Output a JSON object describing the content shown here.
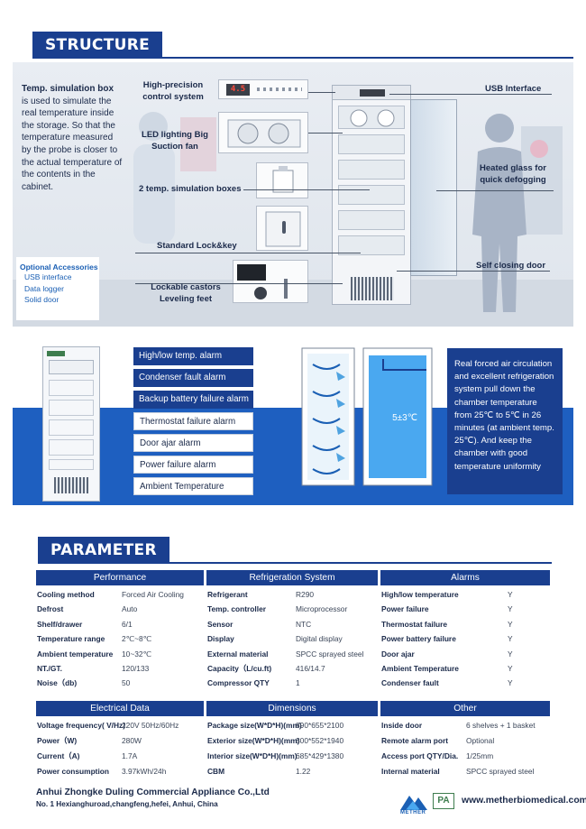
{
  "structure": {
    "title": "STRUCTURE",
    "temp_sim_heading": "Temp. simulation box",
    "temp_sim_body": "is used to simulate the real temperature inside the storage. So that the temperature measured by the probe is closer to the actual temperature of the contents in the cabinet.",
    "optional_title": "Optional Accessories",
    "optional_items": [
      "USB interface",
      "Data logger",
      "Solid door"
    ],
    "callouts": {
      "control": "High-precision control system",
      "fan": "LED lighting Big Suction fan",
      "boxes": "2 temp. simulation boxes",
      "lock": "Standard Lock&key",
      "castors": "Lockable castors Leveling feet",
      "usb": "USB Interface",
      "glass": "Heated glass for quick defogging",
      "door": "Self closing door"
    },
    "display_value": "4.5"
  },
  "alarms": {
    "items": [
      {
        "label": "High/low temp. alarm",
        "style": "dark"
      },
      {
        "label": "Condenser fault alarm",
        "style": "dark"
      },
      {
        "label": "Backup battery failure alarm",
        "style": "dark"
      },
      {
        "label": "Thermostat failure alarm",
        "style": "light"
      },
      {
        "label": "Door ajar alarm",
        "style": "light"
      },
      {
        "label": "Power failure alarm",
        "style": "light"
      },
      {
        "label": "Ambient Temperature",
        "style": "light"
      }
    ],
    "description": "Real forced air circulation and excellent refrigeration system pull down the chamber temperature from 25℃ to 5℃ in 26 minutes (at ambient temp. 25℃). And keep the chamber with good temperature uniformity",
    "chamber_temp": "5±3℃"
  },
  "parameter": {
    "title": "PARAMETER",
    "performance": {
      "header": "Performance",
      "rows": [
        [
          "Cooling method",
          "Forced Air Cooling"
        ],
        [
          "Defrost",
          "Auto"
        ],
        [
          "Shelf/drawer",
          "6/1"
        ],
        [
          "Temperature range",
          "2℃~8℃"
        ],
        [
          "Ambient temperature",
          "10~32℃"
        ],
        [
          "NT./GT.",
          "120/133"
        ],
        [
          "Noise（db)",
          "50"
        ]
      ]
    },
    "refrigeration": {
      "header": "Refrigeration System",
      "rows": [
        [
          "Refrigerant",
          "R290"
        ],
        [
          "Temp. controller",
          "Microprocessor"
        ],
        [
          "Sensor",
          "NTC"
        ],
        [
          "Display",
          "Digital display"
        ],
        [
          "External material",
          "SPCC sprayed steel"
        ],
        [
          "Capacity（L/cu.ft)",
          "416/14.7"
        ],
        [
          "Compressor QTY",
          "1"
        ]
      ]
    },
    "alarms": {
      "header": "Alarms",
      "rows": [
        [
          "High/low temperature",
          "Y"
        ],
        [
          "Power failure",
          "Y"
        ],
        [
          "Thermostat failure",
          "Y"
        ],
        [
          "Power battery failure",
          "Y"
        ],
        [
          "Door ajar",
          "Y"
        ],
        [
          "Ambient Temperature",
          "Y"
        ],
        [
          "Condenser fault",
          "Y"
        ]
      ]
    },
    "electrical": {
      "header": "Electrical Data",
      "rows": [
        [
          "Voltage frequency( V/Hz)",
          "220V 50Hz/60Hz"
        ],
        [
          "Power（W)",
          "280W"
        ],
        [
          "Current（A)",
          "1.7A"
        ],
        [
          "Power consumption",
          "3.97kWh/24h"
        ]
      ]
    },
    "dimensions": {
      "header": "Dimensions",
      "rows": [
        [
          "Package size(W*D*H)(mm)",
          "890*655*2100"
        ],
        [
          "Exterior size(W*D*H)(mm)",
          "800*552*1940"
        ],
        [
          "Interior size(W*D*H)(mm)",
          "685*429*1380"
        ],
        [
          "CBM",
          "1.22"
        ]
      ]
    },
    "other": {
      "header": "Other",
      "rows": [
        [
          "Inside door",
          "6 shelves + 1 basket"
        ],
        [
          "Remote alarm port",
          "Optional"
        ],
        [
          "Access port QTY/Dia.",
          "1/25mm"
        ],
        [
          "Internal material",
          "SPCC sprayed steel"
        ]
      ]
    }
  },
  "footer": {
    "company": "Anhui Zhongke Duling Commercial Appliance Co.,Ltd",
    "address": "No. 1 Hexianghuroad,changfeng,hefei, Anhui, China",
    "url": "www.metherbiomedical.com",
    "brand": "METHER",
    "logo_mark": "PA"
  },
  "colors": {
    "primary": "#1a3f8f",
    "accent": "#1e5fc0",
    "link": "#1a5fb4"
  }
}
